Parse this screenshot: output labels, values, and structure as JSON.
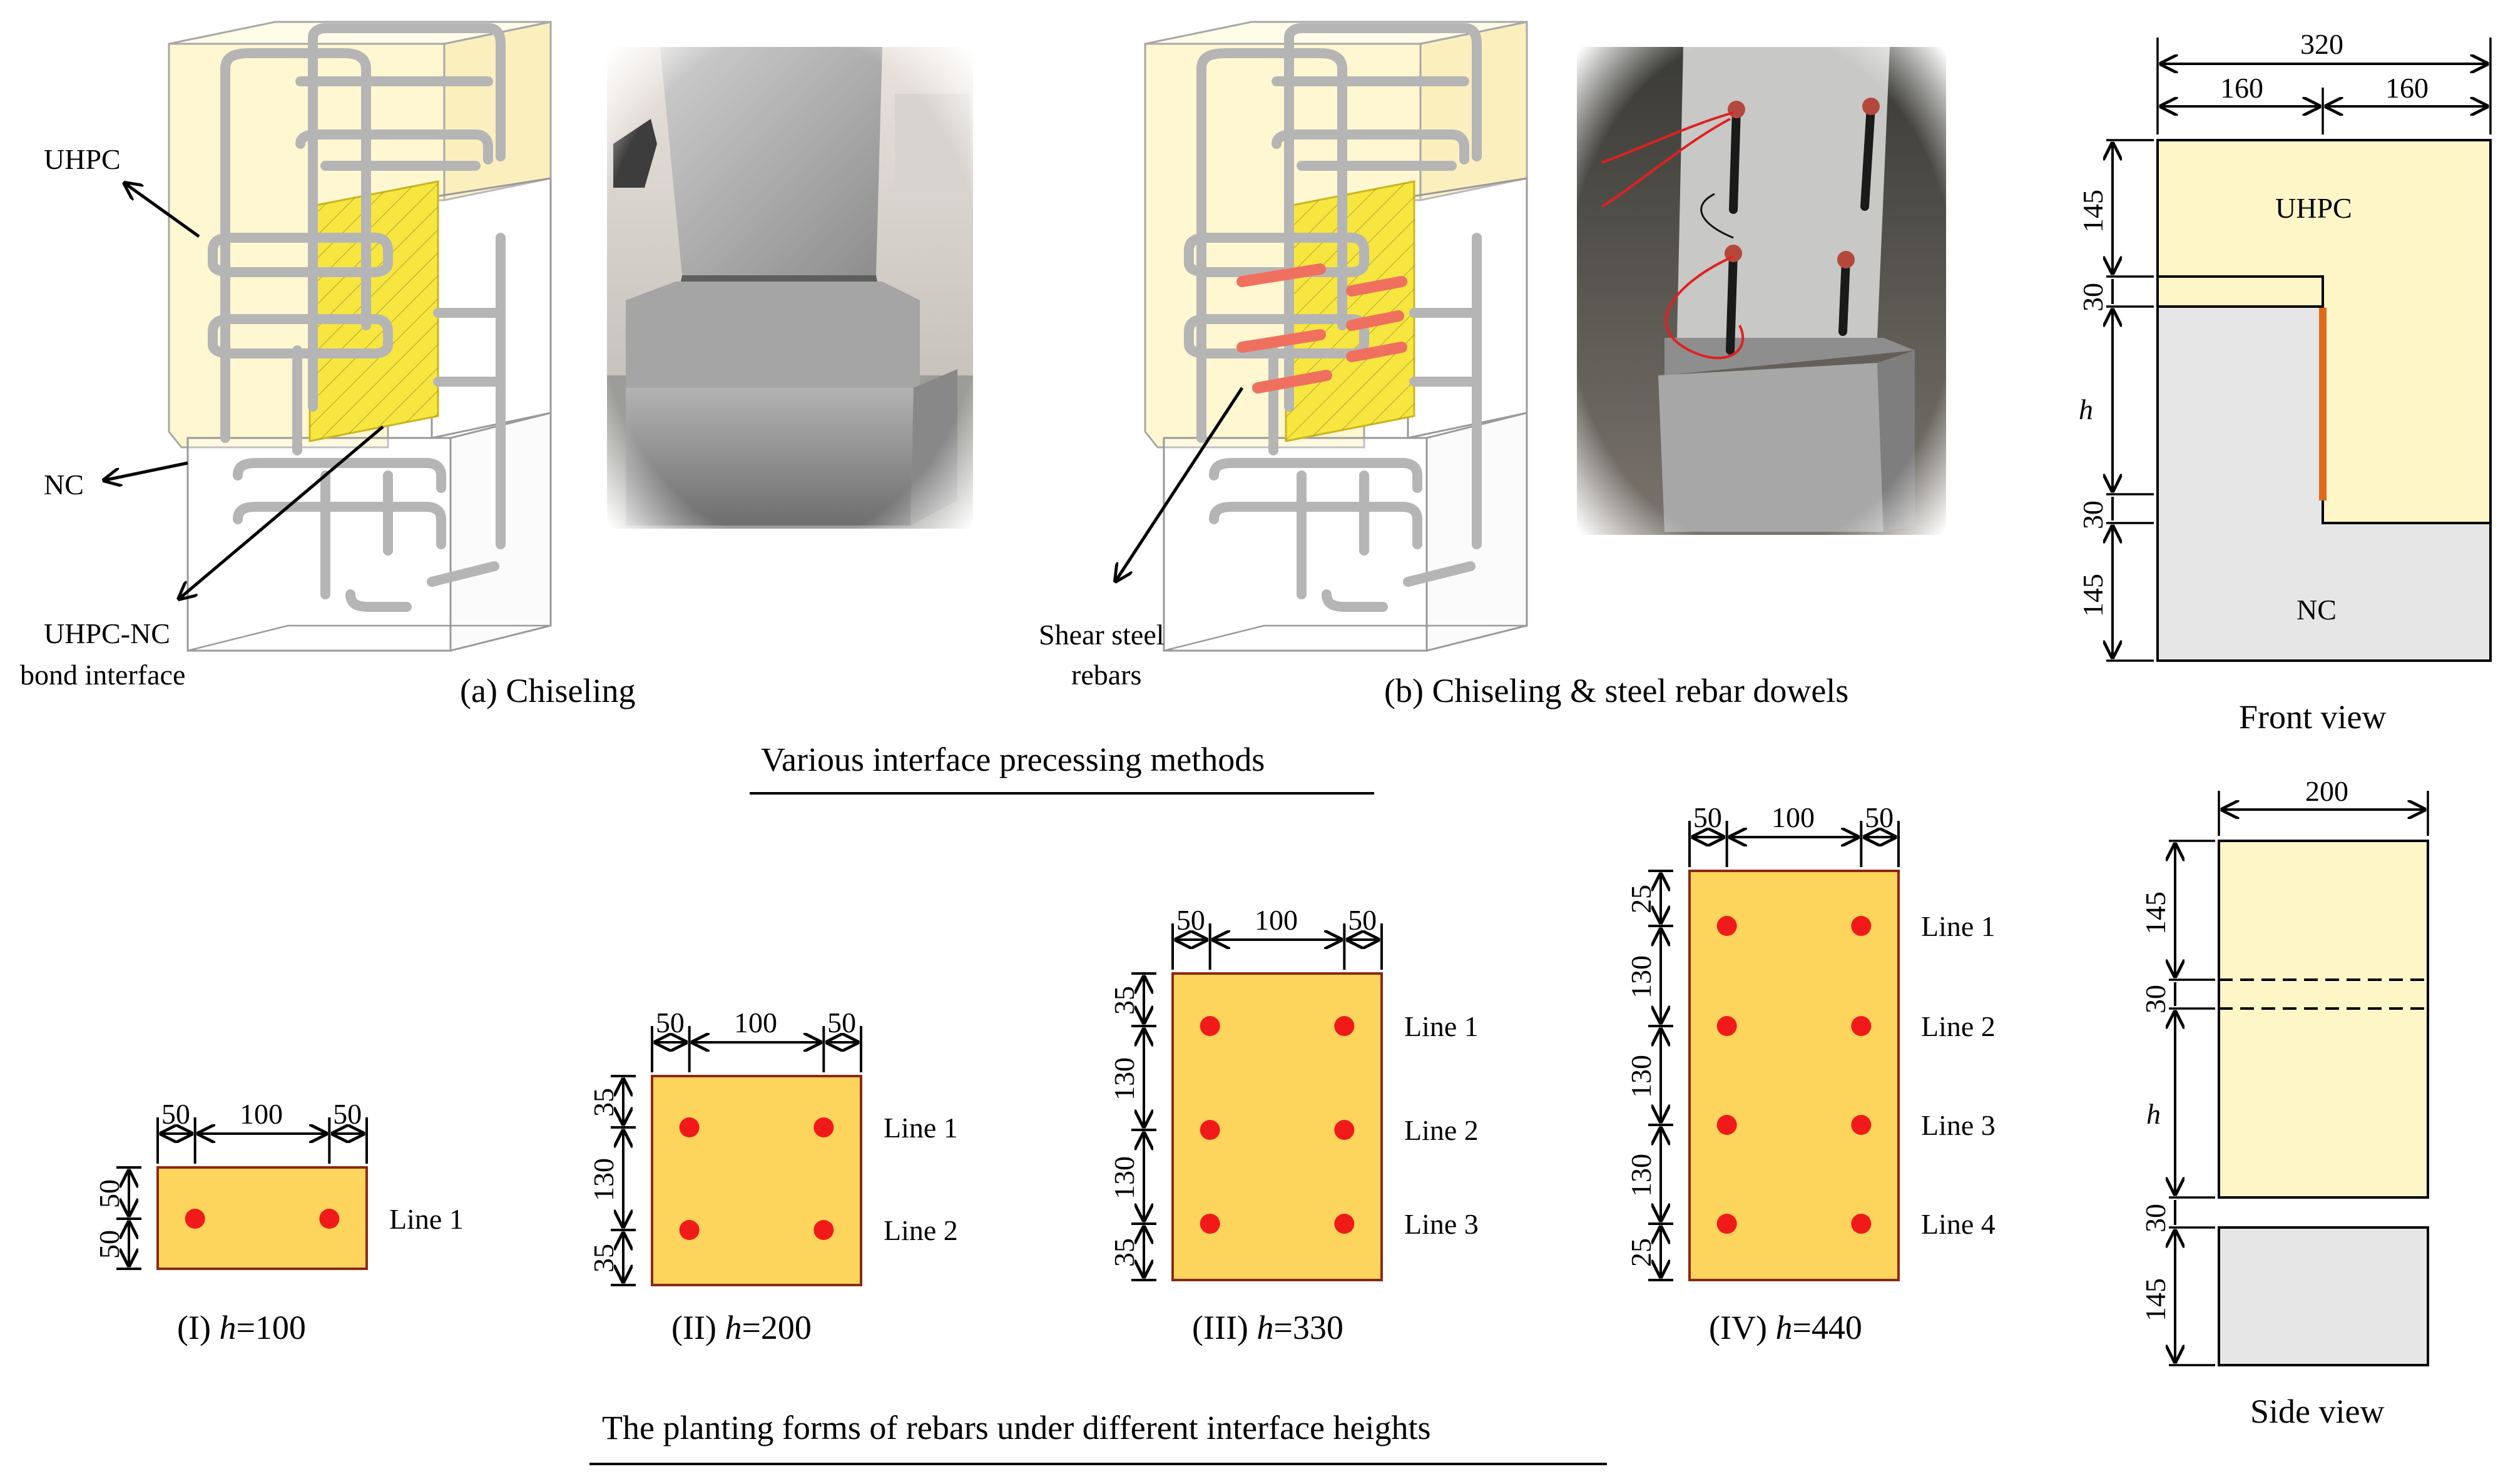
{
  "panel_a": {
    "label_uhpc": "UHPC",
    "label_nc": "NC",
    "label_interface_1": "UHPC-NC",
    "label_interface_2": "bond interface",
    "caption": "(a) Chiseling"
  },
  "panel_b": {
    "label_shear_1": "Shear steel",
    "label_shear_2": "rebars",
    "caption": "(b) Chiseling & steel rebar dowels"
  },
  "section_title_top": "Various interface precessing methods",
  "section_title_bottom": "The planting forms of rebars under different interface heights",
  "front_view": {
    "dim_total": "320",
    "dim_half_left": "160",
    "dim_half_right": "160",
    "dim_145_top": "145",
    "dim_30_top": "30",
    "dim_h": "h",
    "dim_30_bottom": "30",
    "dim_145_bottom": "145",
    "label_uhpc": "UHPC",
    "label_nc": "NC",
    "caption": "Front view"
  },
  "side_view": {
    "dim_width": "200",
    "dim_145_top": "145",
    "dim_30_top": "30",
    "dim_h": "h",
    "dim_30_bottom": "30",
    "dim_145_bottom": "145",
    "caption": "Side view"
  },
  "forms": [
    {
      "id": "I",
      "cap_prefix": "(I) ",
      "cap_var": "h",
      "cap_value": "=100",
      "top_dims": [
        "50",
        "100",
        "50"
      ],
      "side_dims": [
        "50",
        "50"
      ],
      "lines": [
        "Line 1"
      ]
    },
    {
      "id": "II",
      "cap_prefix": "(II) ",
      "cap_var": "h",
      "cap_value": "=200",
      "top_dims": [
        "50",
        "100",
        "50"
      ],
      "side_dims": [
        "35",
        "130",
        "35"
      ],
      "lines": [
        "Line 1",
        "Line 2"
      ]
    },
    {
      "id": "III",
      "cap_prefix": "(III) ",
      "cap_var": "h",
      "cap_value": "=330",
      "top_dims": [
        "50",
        "100",
        "50"
      ],
      "side_dims": [
        "35",
        "130",
        "130",
        "35"
      ],
      "lines": [
        "Line 1",
        "Line 2",
        "Line 3"
      ]
    },
    {
      "id": "IV",
      "cap_prefix": "(IV) ",
      "cap_var": "h",
      "cap_value": "=440",
      "top_dims": [
        "50",
        "100",
        "50"
      ],
      "side_dims": [
        "25",
        "130",
        "130",
        "130",
        "25"
      ],
      "lines": [
        "Line 1",
        "Line 2",
        "Line 3",
        "Line 4"
      ]
    }
  ],
  "colors": {
    "uhpc_fill": "#fff6c8",
    "nc_fill": "#e6e6e6",
    "interface_yellow": "#f7e640",
    "interface_line": "#e06a1a",
    "rebar_section": "#fdd55c",
    "rebar_dot": "#f11a1a",
    "dowel": "#f07060",
    "steel": "#b9b9b9"
  }
}
